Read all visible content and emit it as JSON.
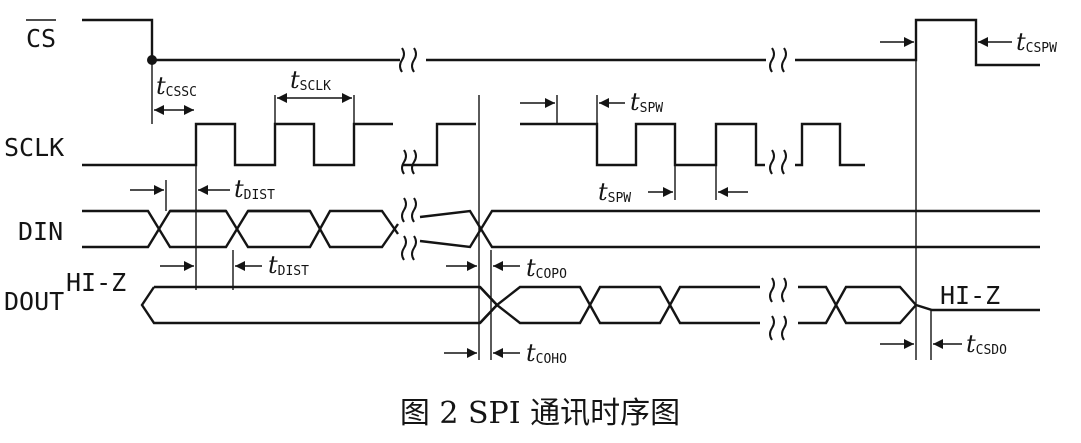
{
  "signals": {
    "cs": "CS",
    "sclk": "SCLK",
    "din": "DIN",
    "dout": "DOUT"
  },
  "hiz": {
    "left": "HI-Z",
    "right": "HI-Z"
  },
  "timings": {
    "tcssc": {
      "main": "t",
      "sub": "CSSC"
    },
    "tsclk": {
      "main": "t",
      "sub": "SCLK"
    },
    "tdist1": {
      "main": "t",
      "sub": "DIST"
    },
    "tdist2": {
      "main": "t",
      "sub": "DIST"
    },
    "tspw1": {
      "main": "t",
      "sub": "SPW"
    },
    "tspw2": {
      "main": "t",
      "sub": "SPW"
    },
    "tcopo": {
      "main": "t",
      "sub": "COPO"
    },
    "tcoho": {
      "main": "t",
      "sub": "COHO"
    },
    "tcspw": {
      "main": "t",
      "sub": "CSPW"
    },
    "tcsdo": {
      "main": "t",
      "sub": "CSDO"
    }
  },
  "caption": "图 2  SPI 通讯时序图"
}
